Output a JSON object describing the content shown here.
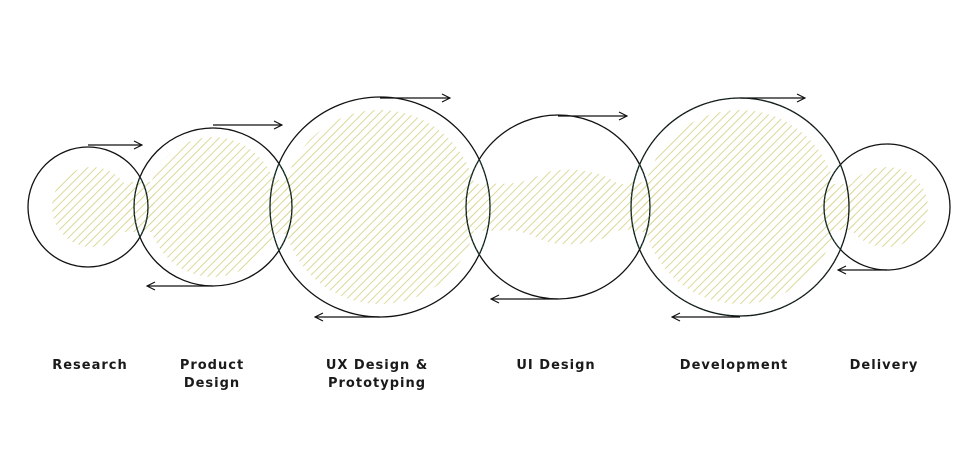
{
  "stages": [
    {
      "label": "Research"
    },
    {
      "label": "Product\nDesign"
    },
    {
      "label": "UX Design &\nPrototyping"
    },
    {
      "label": "UI Design"
    },
    {
      "label": "Development"
    },
    {
      "label": "Delivery"
    }
  ],
  "colors": {
    "stroke": "#111111",
    "hatch": "#ddd99a",
    "overlap_dash": "#1e4d3a"
  }
}
